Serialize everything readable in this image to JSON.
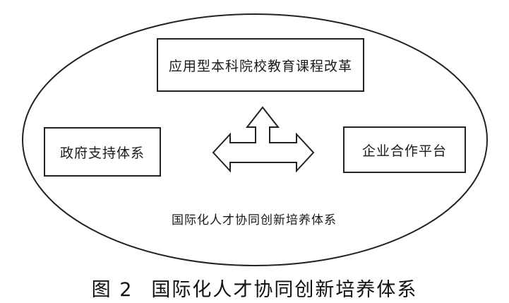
{
  "diagram": {
    "boxes": {
      "top": "应用型本科院校教育课程改革",
      "left": "政府支持体系",
      "right": "企业合作平台"
    },
    "center_label": "国际化人才协同创新培养体系",
    "stroke_color": "#222222",
    "background_color": "#ffffff"
  },
  "caption": {
    "figure_number": "图 2",
    "title": "国际化人才协同创新培养体系"
  }
}
